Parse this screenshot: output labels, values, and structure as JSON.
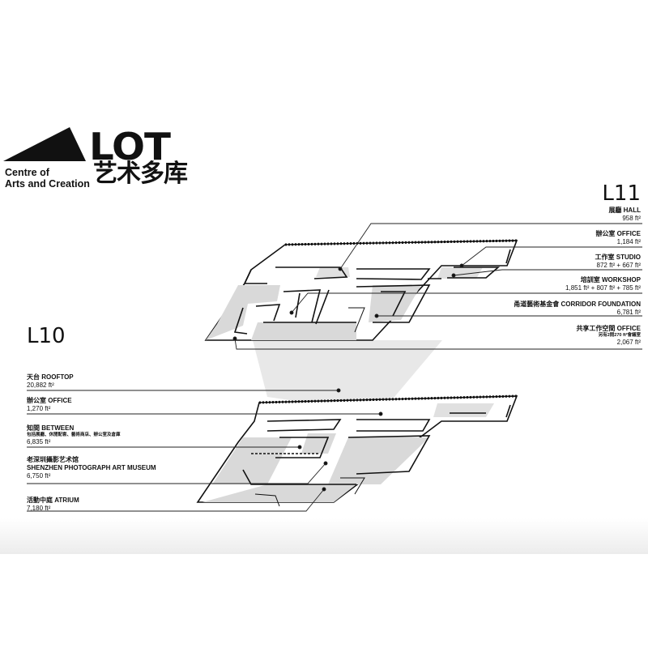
{
  "logo": {
    "brand": "LOT",
    "name_cn": "艺术多库",
    "subtitle_line1": "Centre of",
    "subtitle_line2": "Arts and Creation"
  },
  "level_11": {
    "title": "L11",
    "rooms": [
      {
        "name": "展廳 HALL",
        "area": "958 ft²"
      },
      {
        "name": "辦公室 OFFICE",
        "area": "1,184 ft²"
      },
      {
        "name": "工作室 STUDIO",
        "area": "872 ft² + 667 ft²"
      },
      {
        "name": "培訓室 WORKSHOP",
        "area": "1,851 ft² + 807 ft² + 785 ft²"
      },
      {
        "name": "甬道藝術基金會 CORRIDOR FOUNDATION",
        "area": "6,781 ft²"
      },
      {
        "name": "共享工作空間 OFFICE",
        "note": "另有2間270 ft²會議室",
        "area": "2,067 ft²"
      }
    ]
  },
  "level_10": {
    "title": "L10",
    "rooms": [
      {
        "name": "天台 ROOFTOP",
        "area": "20,882 ft²"
      },
      {
        "name": "辦公室 OFFICE",
        "area": "1,270 ft²"
      },
      {
        "name": "知間 BETWEEN",
        "note": "包括展廳、休閒配套、藝術商店、辦公室及倉庫",
        "area": "6,835 ft²"
      },
      {
        "name": "老深圳攝影艺术馆",
        "name2": "SHENZHEN PHOTOGRAPH ART MUSEUM",
        "area": "6,750 ft²"
      },
      {
        "name": "活動中庭 ATRIUM",
        "area": "7,180 ft²"
      }
    ]
  },
  "colors": {
    "ink": "#111111",
    "shade": "#d9d9d9",
    "shade_light": "#e6e6e6",
    "background": "#ffffff"
  }
}
